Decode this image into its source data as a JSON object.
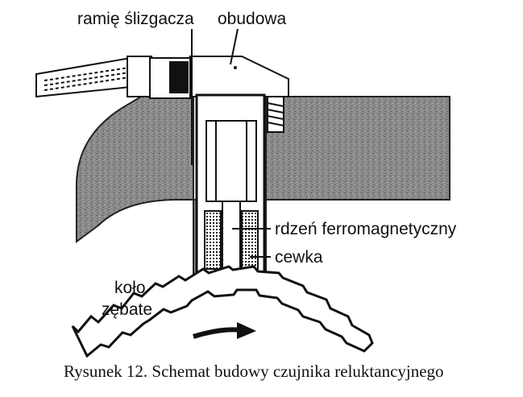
{
  "labels": {
    "wiper_arm": "ramię ślizgacza",
    "housing": "obudowa",
    "core": "rdzeń ferromagnetyczny",
    "coil": "cewka",
    "wheel_line1": "koło",
    "wheel_line2": "zębate"
  },
  "caption": "Rysunek 12. Schemat budowy czujnika reluktancyjnego"
}
